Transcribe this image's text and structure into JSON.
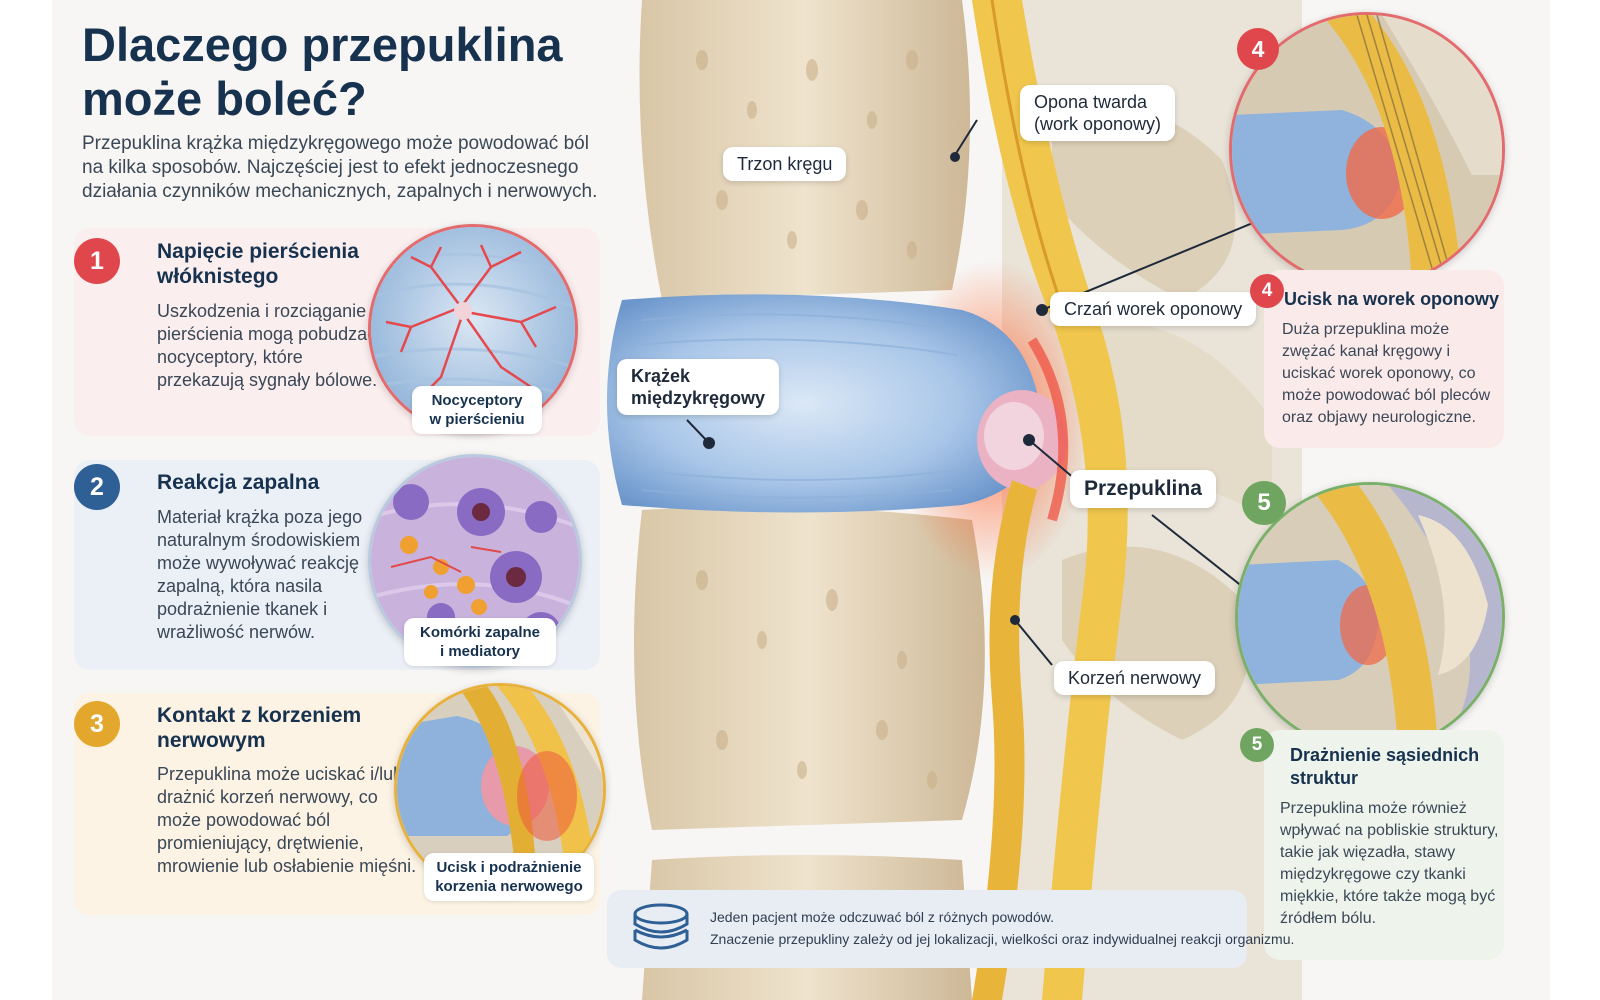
{
  "title": "Dlaczego przepuklina może boleć?",
  "intro": "Przepuklina krążka międzykręgowego może powodować ból na kilka sposobów. Najczęściej jest to efekt jednoczesnego działania czynników mechanicznych, zapalnych i nerwowych.",
  "causes": [
    {
      "number": "1",
      "heading": "Napięcie pierścienia włóknistego",
      "body": "Uszkodzenia i rozciąganie pierścienia mogą pobudzać nocyceptory, które przekazują sygnały bólowe.",
      "caption_line1": "Nocyceptory",
      "caption_line2": "w pierścieniu",
      "color": "#e0474c"
    },
    {
      "number": "2",
      "heading": "Reakcja zapalna",
      "body": "Materiał krążka poza jego naturalnym środowiskiem może wywoływać reakcję zapalną, która nasila podrażnienie tkanek i wrażliwość nerwów.",
      "caption_line1": "Komórki zapalne",
      "caption_line2": "i mediatory",
      "color": "#2e5f95"
    },
    {
      "number": "3",
      "heading": "Kontakt z korzeniem nerwowym",
      "body": "Przepuklina może uciskać i/lub drażnić korzeń nerwowy, co może powodować ból promieniujący, drętwienie, mrowienie lub osłabienie mięśni.",
      "caption_line1": "Ucisk i podrażnienie",
      "caption_line2": "korzenia nerwowego",
      "color": "#e4a72d"
    }
  ],
  "labels": {
    "vertebral_body": "Trzon kręgu",
    "dura_line1": "Opona twarda",
    "dura_line2": "(work oponowy)",
    "dural_sac": "Crzań worek oponowy",
    "disc_line1": "Krążek",
    "disc_line2": "międzykręgowy",
    "hernia": "Przepuklina",
    "nerve_root": "Korzeń nerwowy"
  },
  "right": [
    {
      "number": "4",
      "heading": "Ucisk na worek oponowy",
      "body": "Duża przepuklina może zwężać kanał kręgowy i uciskać worek oponowy, co może powodować ból pleców oraz objawy neurologiczne.",
      "color": "#e0474c"
    },
    {
      "number": "5",
      "heading": "Drażnienie sąsiednich struktur",
      "body": "Przepuklina może również wpływać na pobliskie struktury, takie jak więzadła, stawy międzykręgowe czy tkanki miękkie, które także mogą być źródłem bólu.",
      "color": "#6fa561"
    }
  ],
  "note": {
    "line1": "Jeden pacjent może odczuwać ból z różnych powodów.",
    "line2": "Znaczenie przepukliny zależy od jej lokalizacji, wielkości oraz indywidualnej reakcji organizmu.",
    "icon": "disc-stack-icon"
  }
}
